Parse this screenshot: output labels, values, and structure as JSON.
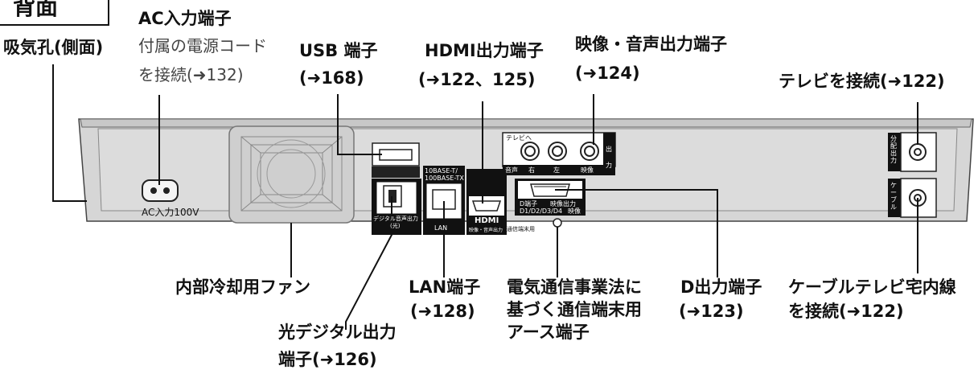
{
  "title": "背面",
  "labels": {
    "vent": "吸気孔(側面)",
    "ac_title": "AC入力端子",
    "ac_sub1": "付属の電源コード",
    "ac_sub2": "を接続(➜132)",
    "usb_title": "USB 端子",
    "usb_ref": "(➜168)",
    "hdmi_title": "HDMI出力端子",
    "hdmi_ref": "(➜122、125)",
    "av_title": "映像・音声出力端子",
    "av_ref": "(➜124)",
    "tv_connect": "テレビを接続(➜122)",
    "fan": "内部冷却用ファン",
    "lan_title": "LAN端子",
    "lan_ref": "(➜128)",
    "ground1": "電気通信事業法に",
    "ground2": "基づく通信端末用",
    "ground3": "アース端子",
    "d_title": "D出力端子",
    "d_ref": "(➜123)",
    "cable1": "ケーブルテレビ宅内線",
    "cable2": "を接続(➜122)",
    "optical1": "光デジタル出力",
    "optical2": "端子(➜126)"
  },
  "panel": {
    "ac_in": "AC入力100V",
    "tv_he": "テレビへ",
    "audio": "音声",
    "right": "右",
    "left": "左",
    "video": "映像",
    "output_v": "出力",
    "lan_spec1": "10BASE-T/",
    "lan_spec2": "100BASE-TX",
    "lan": "LAN",
    "digital_audio1": "デジタル音声出力",
    "digital_audio2": "(光)",
    "hdmi_logo": "HDMI",
    "hdmi_sub": "映像・音声出力",
    "d_terminal": "D端子",
    "d_formats": "D1/D2/D3/D4",
    "d_out": "映像出力",
    "d_video": "映像",
    "ground_panel": "通信端末用",
    "split_out": "分配出力",
    "cable": "ケーブル"
  }
}
